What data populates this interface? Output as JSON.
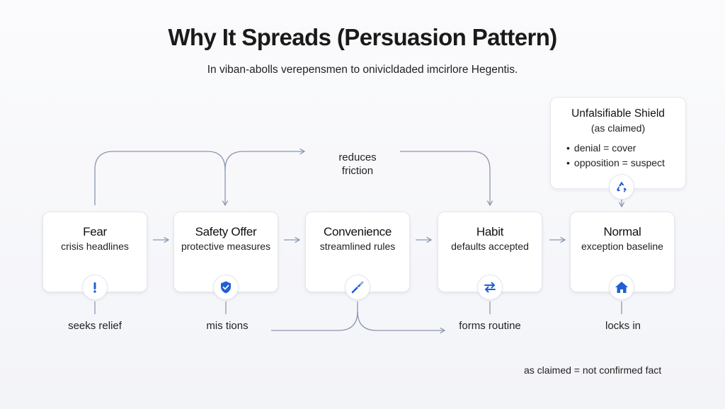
{
  "title": "Why It Spreads (Persuasion Pattern)",
  "subtitle": "In viban-abolls verepensmen to onivicldaded imcirlore Hegentis.",
  "stages": [
    {
      "title": "Fear",
      "subtitle": "crisis headlines",
      "icon": "exclamation-icon",
      "bottom": "seeks relief"
    },
    {
      "title": "Safety Offer",
      "subtitle": "protective measures",
      "icon": "shield-check-icon",
      "bottom": "mis tions"
    },
    {
      "title": "Convenience",
      "subtitle": "streamlined rules",
      "icon": "wand-icon",
      "bottom": ""
    },
    {
      "title": "Habit",
      "subtitle": "defaults accepted",
      "icon": "swap-arrows-icon",
      "bottom": "forms routine"
    },
    {
      "title": "Normal",
      "subtitle": "exception baseline",
      "icon": "home-icon",
      "bottom": "locks in"
    }
  ],
  "friction_label": "reduces friction",
  "shield": {
    "title": "Unfalsifiable Shield",
    "subtitle": "(as claimed)",
    "items": [
      "denial = cover",
      "opposition = suspect"
    ],
    "icon": "recycle-icon"
  },
  "footnote": "as claimed = not confirmed fact",
  "colors": {
    "accent": "#1f5fd6",
    "connector": "#8a96b0"
  }
}
